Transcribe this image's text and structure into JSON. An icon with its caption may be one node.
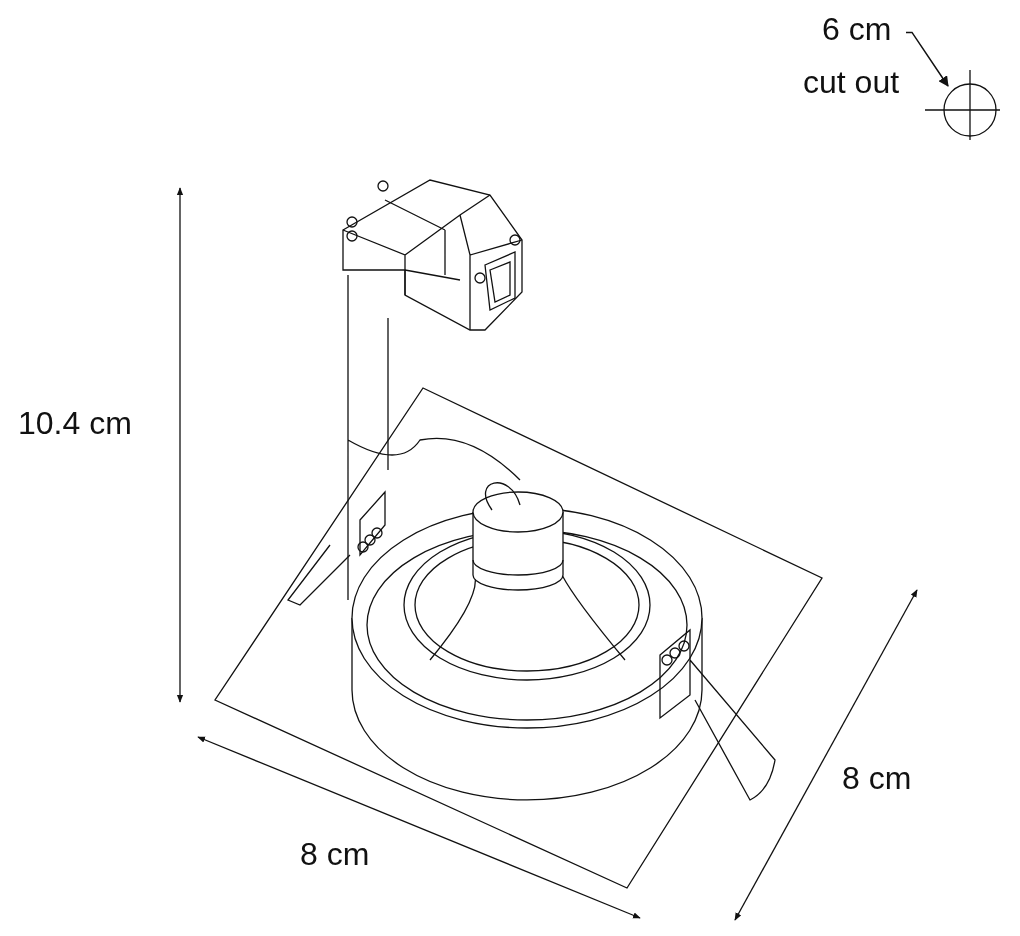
{
  "diagram": {
    "nodes": [
      {
        "text": [
          "6 cm"
        ]
      },
      {
        "text": [],
        "shape": "circle"
      }
    ],
    "edges": [
      {
        "from": 0,
        "to": 1,
        "arrow": "to"
      }
    ],
    "labels": [
      "cut out",
      "10.4 cm",
      "8 cm",
      "8 cm"
    ]
  }
}
